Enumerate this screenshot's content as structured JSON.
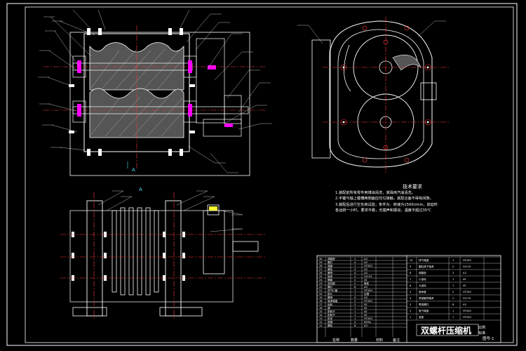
{
  "title_block": {
    "drawing_title": "双螺杆压缩机",
    "sheet_info": "图号-1",
    "labels": {
      "name": "名称",
      "qty": "数量",
      "material": "材料",
      "remark": "备注",
      "scale": "比例",
      "standard": "标准"
    }
  },
  "tech_requirements": {
    "heading": "技术要求",
    "lines": [
      "1.装配前所有零件用煤油清洗，滚珠用汽油清洗。",
      "2.平键与轴上键槽两侧面应均匀接触，其配合面不得有间隙。",
      "3.装配后进行空负荷试验，条件为：转速为1500r/min，其延时",
      "各运转一小时，要求平稳，无撞声和振动，温度不超过35℃"
    ]
  },
  "bom_rows": [
    {
      "no": "30",
      "name": "调整垫",
      "qty": "1",
      "mat": "A3"
    },
    {
      "no": "29",
      "name": "螺钉",
      "qty": "4",
      "mat": "A3"
    },
    {
      "no": "28",
      "name": "端盖",
      "qty": "1",
      "mat": "HT200"
    },
    {
      "no": "27",
      "name": "螺栓",
      "qty": "4",
      "mat": "A3"
    },
    {
      "no": "26",
      "name": "螺母",
      "qty": "4",
      "mat": "A3"
    },
    {
      "no": "25",
      "name": "轴承",
      "qty": "2",
      "mat": "GCr15"
    },
    {
      "no": "24",
      "name": "隔套",
      "qty": "2",
      "mat": "45"
    },
    {
      "no": "23",
      "name": "密封圈",
      "qty": "2",
      "mat": "橡胶"
    },
    {
      "no": "22",
      "name": "螺钉",
      "qty": "6",
      "mat": "A3"
    },
    {
      "no": "21",
      "name": "进气口盖",
      "qty": "1",
      "mat": "HT200"
    },
    {
      "no": "20",
      "name": "垫片",
      "qty": "1",
      "mat": "石棉"
    },
    {
      "no": "19",
      "name": "螺母",
      "qty": "4",
      "mat": "A3"
    },
    {
      "no": "18",
      "name": "轴承端盖",
      "qty": "2",
      "mat": "HT200"
    },
    {
      "no": "17",
      "name": "齿轮",
      "qty": "2",
      "mat": "45"
    },
    {
      "no": "16",
      "name": "键",
      "qty": "1",
      "mat": "45"
    },
    {
      "no": "15",
      "name": "阴转子",
      "qty": "1",
      "mat": "45"
    },
    {
      "no": "14",
      "name": "阳转子",
      "qty": "1",
      "mat": "45"
    },
    {
      "no": "13",
      "name": "机体",
      "qty": "1",
      "mat": "HT200"
    },
    {
      "no": "12",
      "name": "垫圈",
      "qty": "4",
      "mat": "65Mn"
    },
    {
      "no": "11",
      "name": "螺栓",
      "qty": "8",
      "mat": "A3"
    }
  ],
  "bom_rows_right": [
    {
      "no": "10",
      "name": "排气端盖",
      "qty": "1",
      "mat": "HT200"
    },
    {
      "no": "9",
      "name": "圆柱滚子轴承",
      "qty": "2",
      "mat": "GCr15"
    },
    {
      "no": "8",
      "name": "调整垫",
      "qty": "2",
      "mat": "A3"
    },
    {
      "no": "7",
      "name": "小齿轮",
      "qty": "1",
      "mat": "45"
    },
    {
      "no": "6",
      "name": "大齿轮",
      "qty": "1",
      "mat": "45"
    },
    {
      "no": "5",
      "name": "轴承盖",
      "qty": "2",
      "mat": "HT200"
    },
    {
      "no": "4",
      "name": "角接触球轴承",
      "qty": "2",
      "mat": "GCr15"
    },
    {
      "no": "3",
      "name": "联接螺钉",
      "qty": "8",
      "mat": "A3"
    },
    {
      "no": "2",
      "name": "吸气端盖",
      "qty": "1",
      "mat": "HT200"
    },
    {
      "no": "1",
      "name": "底座",
      "qty": "1",
      "mat": "HT200"
    }
  ],
  "view_labels": {
    "section_a": "A",
    "view_b": "A"
  },
  "colors": {
    "outline": "#ffffff",
    "center": "#ff3b3b",
    "dim": "#4fe3ff",
    "leader": "#e8e8e8",
    "hatch": "#bfbfbf",
    "mark": "#ff00ff",
    "yellow": "#ffff33"
  }
}
